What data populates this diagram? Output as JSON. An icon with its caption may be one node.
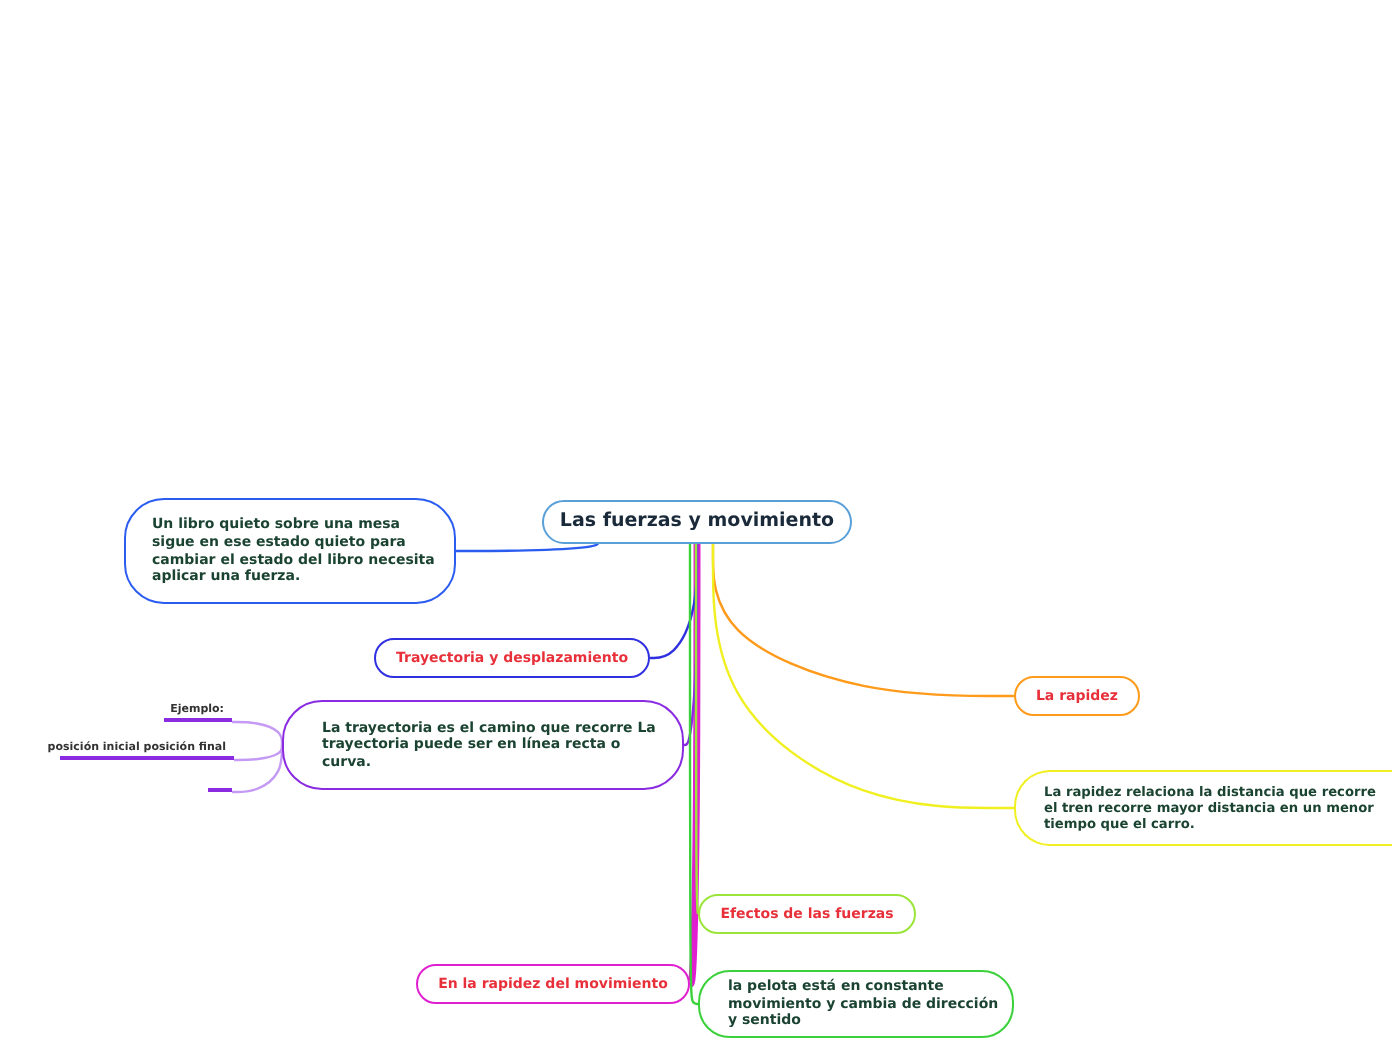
{
  "diagram": {
    "nodes": [
      {
        "text": [
          "Las fuerzas y movimiento"
        ]
      },
      {
        "text": [
          "Un libro quieto sobre una mesa sigue en ese estado quieto para cambiar el estado del libro necesita aplicar una fuerza."
        ]
      },
      {
        "text": [
          "Trayectoria y desplazamiento"
        ]
      },
      {
        "text": [
          "La trayectoria es el camino que recorre La trayectoria puede ser en línea recta o curva."
        ]
      },
      {
        "text": [
          "Ejemplo:"
        ]
      },
      {
        "text": [
          "posición inicial posición final"
        ]
      },
      {
        "text": [],
        "shape": "bar"
      },
      {
        "text": [
          "La rapidez"
        ]
      },
      {
        "text": [
          "La rapidez relaciona la distancia que recorre el tren recorre mayor distancia en un menor tiempo que el carro."
        ]
      },
      {
        "text": [
          "Efectos de las fuerzas"
        ]
      },
      {
        "text": [
          "la pelota está en constante movimiento y cambia de dirección y sentido"
        ]
      },
      {
        "text": [
          "En la rapidez del movimiento"
        ]
      }
    ],
    "edges": [
      {
        "from": 0,
        "to": 1,
        "arrow": "none",
        "color": "#2a5cf0"
      },
      {
        "from": 0,
        "to": 2,
        "arrow": "none",
        "color": "#3030e0"
      },
      {
        "from": 0,
        "to": 3,
        "arrow": "none",
        "color": "#8a2be2"
      },
      {
        "from": 3,
        "to": 4,
        "arrow": "none",
        "color": "#c49af5"
      },
      {
        "from": 3,
        "to": 5,
        "arrow": "none",
        "color": "#c49af5"
      },
      {
        "from": 3,
        "to": 6,
        "arrow": "none",
        "color": "#c49af5"
      },
      {
        "from": 0,
        "to": 7,
        "arrow": "none",
        "color": "#ff9a1a"
      },
      {
        "from": 0,
        "to": 8,
        "arrow": "none",
        "color": "#f0f020"
      },
      {
        "from": 0,
        "to": 9,
        "arrow": "none",
        "color": "#9be53a"
      },
      {
        "from": 0,
        "to": 10,
        "arrow": "none",
        "color": "#3ad13a"
      },
      {
        "from": 0,
        "to": 11,
        "arrow": "none",
        "style": "thick",
        "color": "#e020d0"
      }
    ]
  }
}
